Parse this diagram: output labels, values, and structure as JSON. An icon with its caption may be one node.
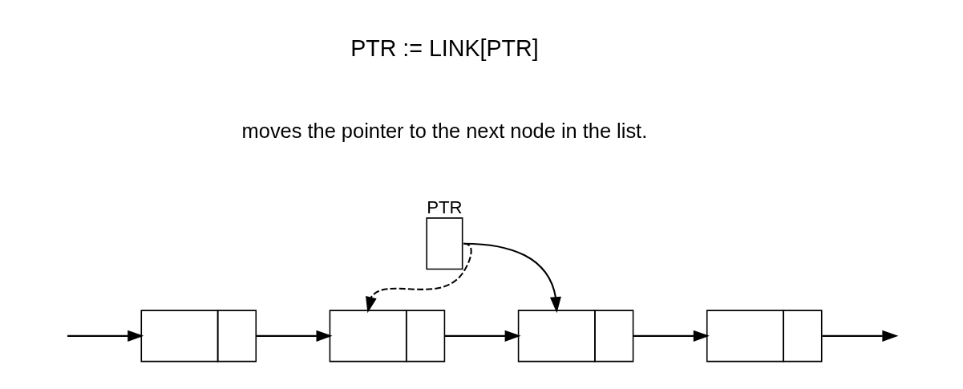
{
  "diagram": {
    "nodes": [
      {
        "text": [
          "PTR"
        ]
      },
      {
        "text": [],
        "shape": "box"
      },
      {
        "text": [],
        "shape": "box"
      },
      {
        "text": [],
        "shape": "box"
      },
      {
        "text": [],
        "shape": "box"
      }
    ],
    "edges": [
      {
        "from": null,
        "to": 1,
        "arrow": "to"
      },
      {
        "from": 1,
        "to": 2,
        "arrow": "to"
      },
      {
        "from": 2,
        "to": 3,
        "arrow": "to"
      },
      {
        "from": 3,
        "to": 4,
        "arrow": "to"
      },
      {
        "from": 4,
        "to": null,
        "arrow": "to"
      },
      {
        "from": 0,
        "to": 2,
        "arrow": "to",
        "style": "dashed"
      },
      {
        "from": 0,
        "to": 3,
        "arrow": "to"
      }
    ],
    "labels": [
      "PTR := LINK[PTR]",
      "moves the pointer to the next node in the list."
    ]
  }
}
